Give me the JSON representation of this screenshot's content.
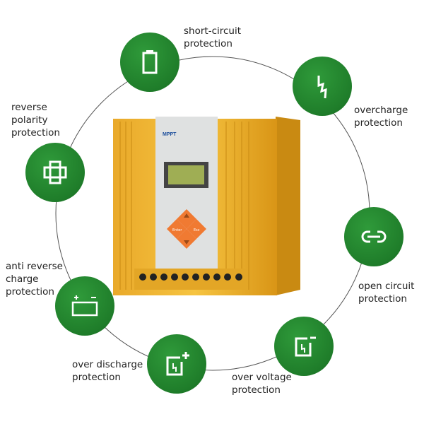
{
  "device": {
    "brand": "MPPT",
    "buttons": {
      "enter": "Enter",
      "esc": "Esc"
    }
  },
  "features": [
    {
      "id": "short-circuit",
      "icon": "battery-icon",
      "lines": [
        "short-circuit",
        "protection"
      ]
    },
    {
      "id": "overcharge",
      "icon": "lightning-icon",
      "lines": [
        "overcharge",
        "protection"
      ]
    },
    {
      "id": "open-circuit",
      "icon": "link-icon",
      "lines": [
        "open circuit",
        "protection"
      ]
    },
    {
      "id": "over-voltage",
      "icon": "battery-minus-lightning-icon",
      "lines": [
        "over voltage",
        "protection"
      ]
    },
    {
      "id": "over-discharge",
      "icon": "battery-plus-lightning-icon",
      "lines": [
        "over discharge",
        "protection"
      ]
    },
    {
      "id": "anti-reverse-charge",
      "icon": "battery-plus-minus-icon",
      "lines": [
        "anti reverse",
        "charge",
        "protection"
      ]
    },
    {
      "id": "reverse-polarity",
      "icon": "cross-icon",
      "lines": [
        "reverse",
        "polarity",
        "protection"
      ]
    }
  ],
  "colors": {
    "badge": "#1f7d2a",
    "casing": "#e8a521",
    "keypad": "#f07a32",
    "lcd": "#9fae54"
  }
}
